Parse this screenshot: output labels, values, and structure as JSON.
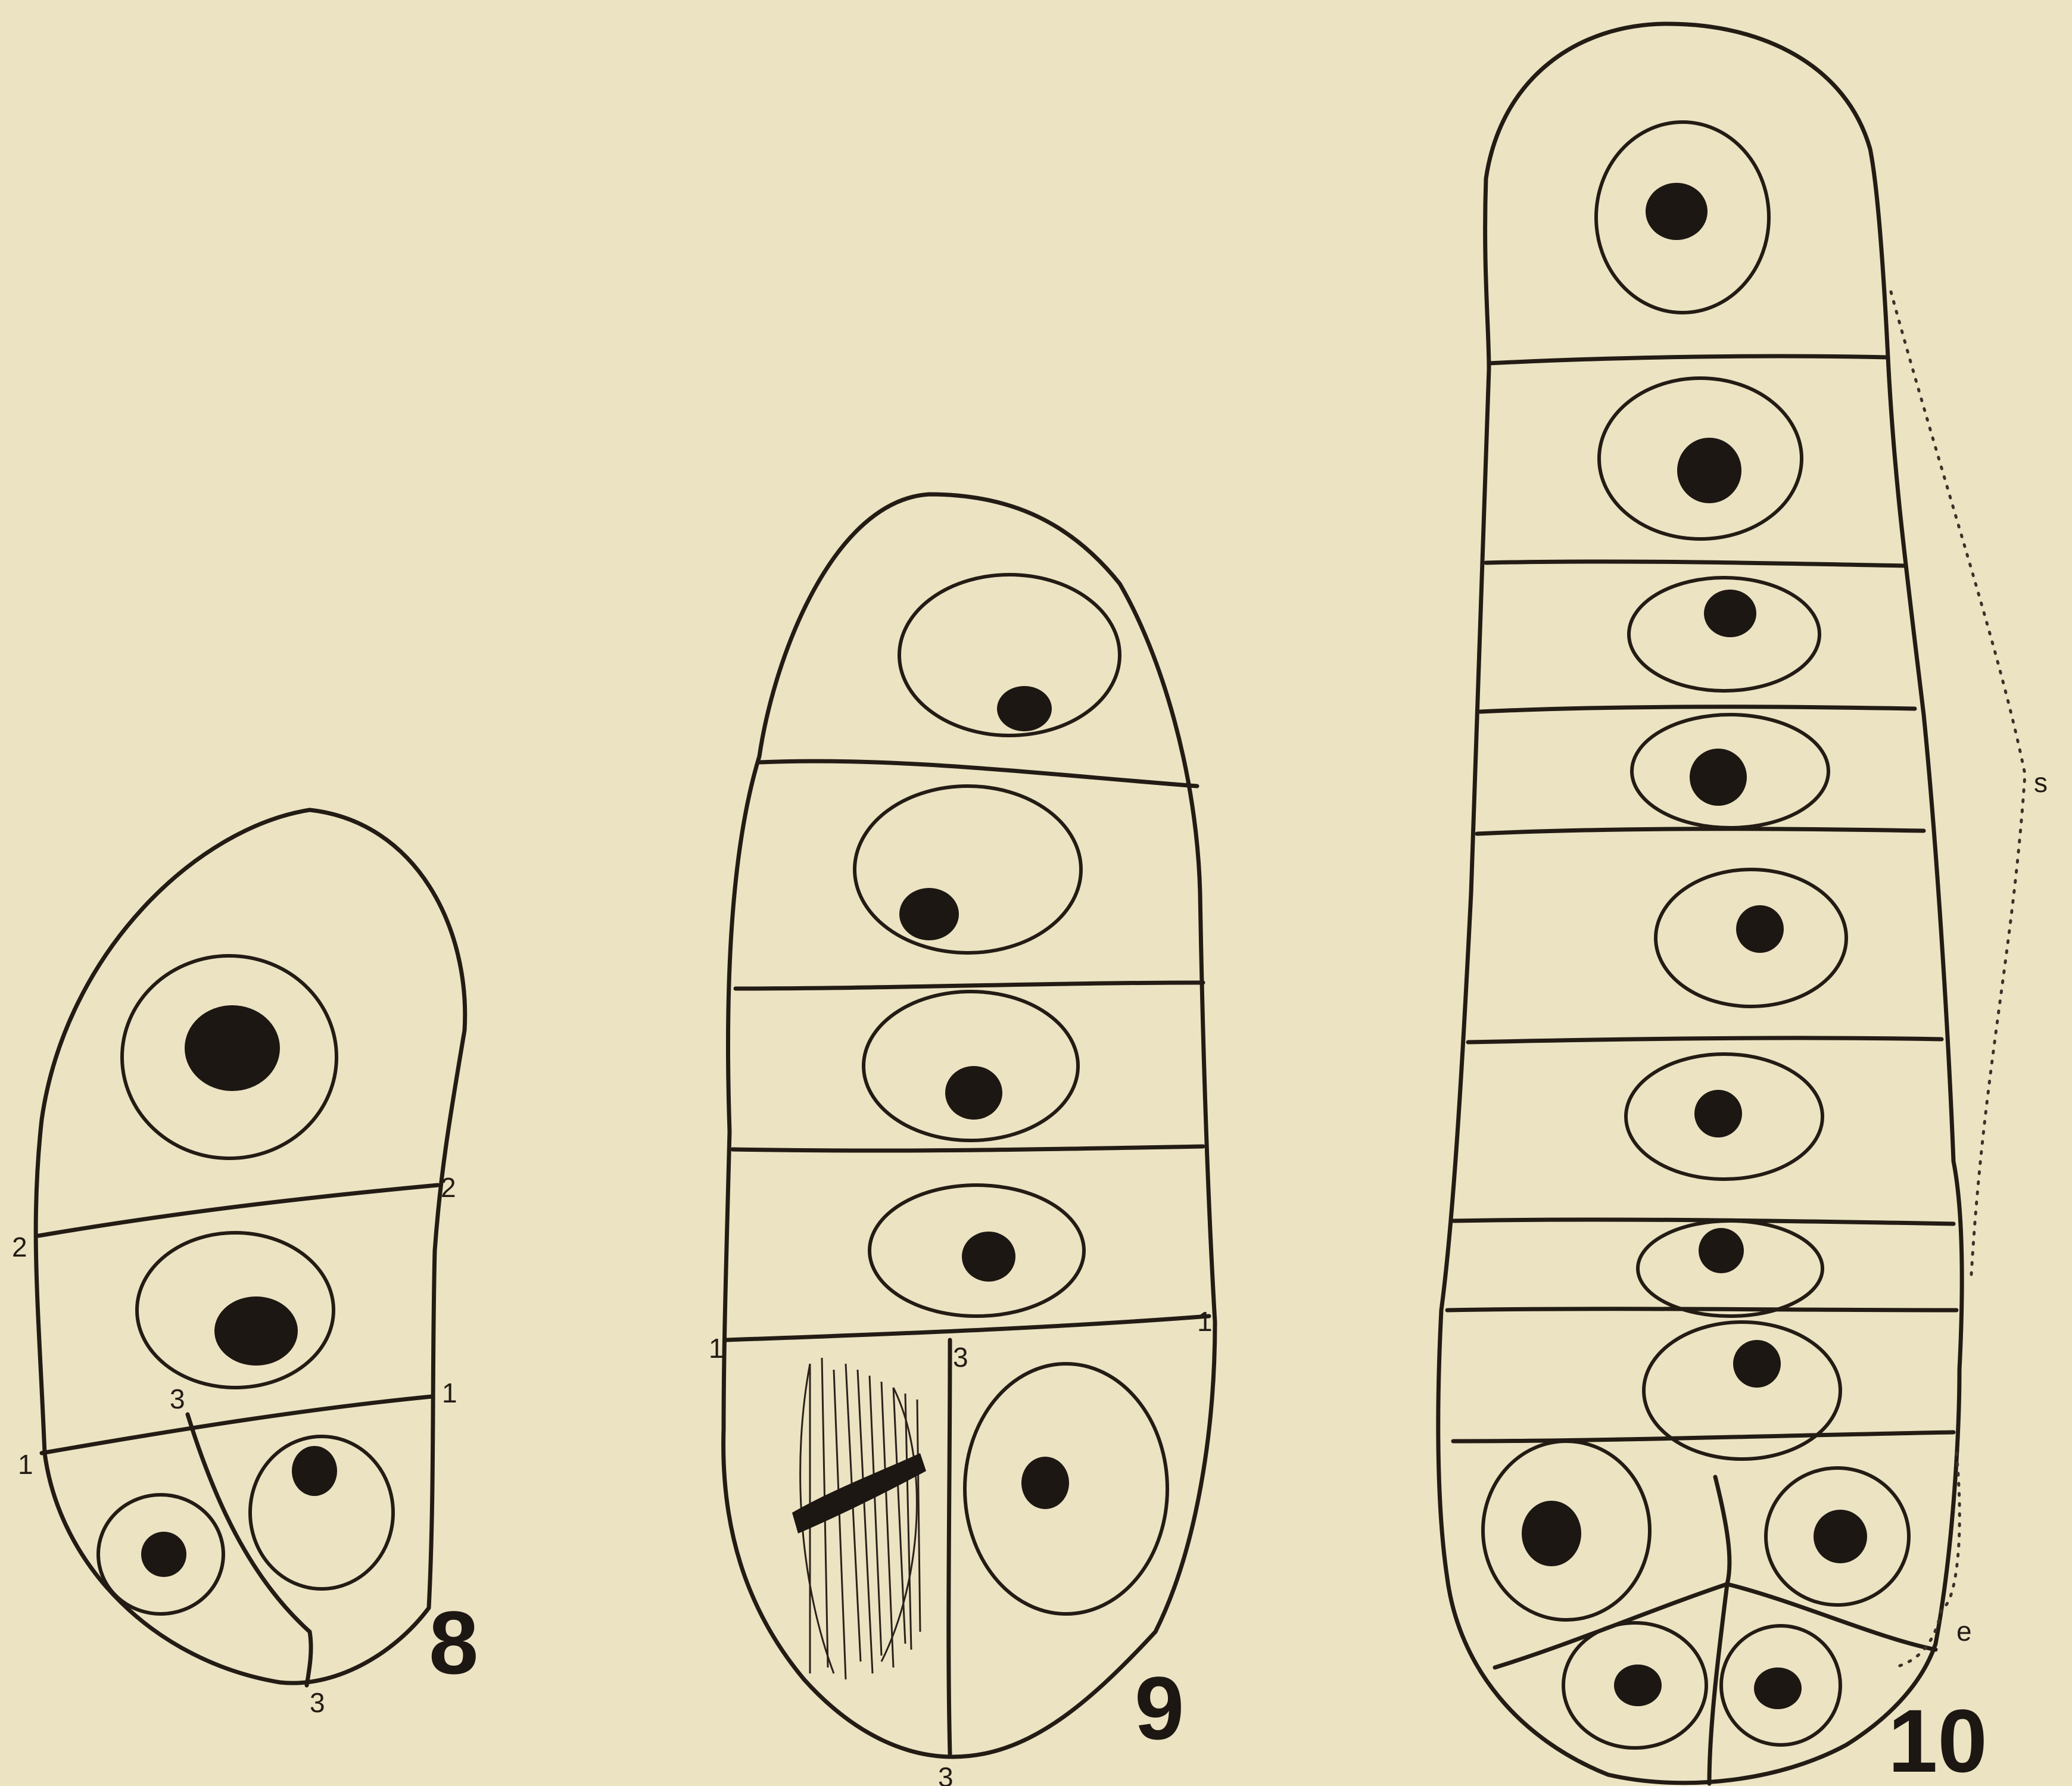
{
  "figures": [
    {
      "number": "8",
      "wall_labels": [
        "2",
        "2",
        "3",
        "1",
        "1",
        "3"
      ]
    },
    {
      "number": "9",
      "wall_labels": [
        "1",
        "3",
        "1",
        "3"
      ]
    },
    {
      "number": "10",
      "region_labels": [
        "s",
        "e"
      ]
    }
  ],
  "colors": {
    "paper": "#ece3c3",
    "ink": "#1c1712"
  }
}
